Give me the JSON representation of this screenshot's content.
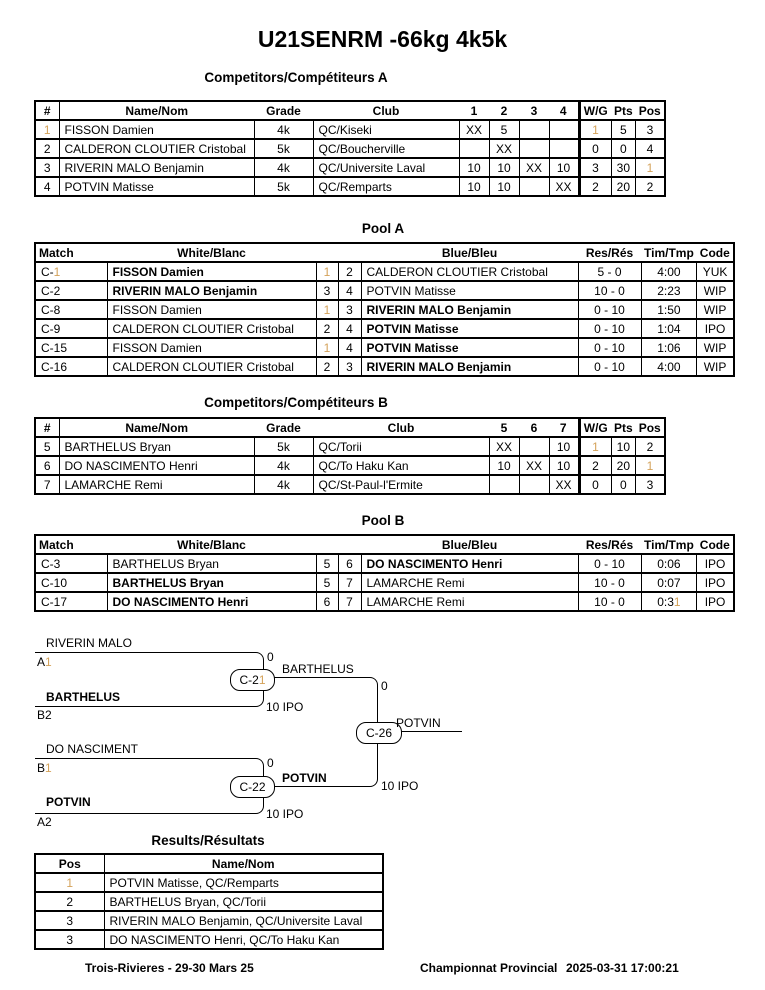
{
  "colors": {
    "highlight_one": "#d4a25a"
  },
  "title": "U21SENRM -66kg 4k5k",
  "comp_a": {
    "heading": "Competitors/Compétiteurs A",
    "headers": [
      "#",
      "Name/Nom",
      "Grade",
      "Club",
      "1",
      "2",
      "3",
      "4",
      "W/G",
      "Pts",
      "Pos"
    ],
    "rows": [
      {
        "num": "1",
        "name": "FISSON Damien",
        "grade": "4k",
        "club": "QC/Kiseki",
        "r": [
          "XX",
          "5",
          "",
          ""
        ],
        "wg": "1",
        "pts": "5",
        "pos": "3"
      },
      {
        "num": "2",
        "name": "CALDERON CLOUTIER Cristobal",
        "grade": "5k",
        "club": "QC/Boucherville",
        "r": [
          "",
          "XX",
          "",
          ""
        ],
        "wg": "0",
        "pts": "0",
        "pos": "4"
      },
      {
        "num": "3",
        "name": "RIVERIN MALO Benjamin",
        "grade": "4k",
        "club": "QC/Universite Laval",
        "r": [
          "10",
          "10",
          "XX",
          "10"
        ],
        "wg": "3",
        "pts": "30",
        "pos": "1"
      },
      {
        "num": "4",
        "name": "POTVIN Matisse",
        "grade": "5k",
        "club": "QC/Remparts",
        "r": [
          "10",
          "10",
          "",
          "XX"
        ],
        "wg": "2",
        "pts": "20",
        "pos": "2"
      }
    ]
  },
  "pool_a": {
    "heading": "Pool A",
    "headers": [
      "Match",
      "White/Blanc",
      "Blue/Bleu",
      "Res/Rés",
      "Tim/Tmp",
      "Code"
    ],
    "rows": [
      {
        "id": "C-1",
        "white": "FISSON Damien",
        "wn": "1",
        "bn": "2",
        "blue": "CALDERON CLOUTIER Cristobal",
        "res": "5 - 0",
        "time": "4:00",
        "code": "YUK"
      },
      {
        "id": "C-2",
        "white": "RIVERIN MALO Benjamin",
        "wn": "3",
        "bn": "4",
        "blue": "POTVIN Matisse",
        "res": "10 - 0",
        "time": "2:23",
        "code": "WIP"
      },
      {
        "id": "C-8",
        "white": "FISSON Damien",
        "wn": "1",
        "bn": "3",
        "blue": "RIVERIN MALO Benjamin",
        "res": "0 - 10",
        "time": "1:50",
        "code": "WIP"
      },
      {
        "id": "C-9",
        "white": "CALDERON CLOUTIER Cristobal",
        "wn": "2",
        "bn": "4",
        "blue": "POTVIN Matisse",
        "res": "0 - 10",
        "time": "1:04",
        "code": "IPO"
      },
      {
        "id": "C-15",
        "white": "FISSON Damien",
        "wn": "1",
        "bn": "4",
        "blue": "POTVIN Matisse",
        "res": "0 - 10",
        "time": "1:06",
        "code": "WIP"
      },
      {
        "id": "C-16",
        "white": "CALDERON CLOUTIER Cristobal",
        "wn": "2",
        "bn": "3",
        "blue": "RIVERIN MALO Benjamin",
        "res": "0 - 10",
        "time": "4:00",
        "code": "WIP"
      }
    ]
  },
  "comp_b": {
    "heading": "Competitors/Compétiteurs B",
    "headers": [
      "#",
      "Name/Nom",
      "Grade",
      "Club",
      "5",
      "6",
      "7",
      "W/G",
      "Pts",
      "Pos"
    ],
    "rows": [
      {
        "num": "5",
        "name": "BARTHELUS Bryan",
        "grade": "5k",
        "club": "QC/Torii",
        "r": [
          "XX",
          "",
          "10"
        ],
        "wg": "1",
        "pts": "10",
        "pos": "2"
      },
      {
        "num": "6",
        "name": "DO NASCIMENTO Henri",
        "grade": "4k",
        "club": "QC/To Haku Kan",
        "r": [
          "10",
          "XX",
          "10"
        ],
        "wg": "2",
        "pts": "20",
        "pos": "1"
      },
      {
        "num": "7",
        "name": "LAMARCHE Remi",
        "grade": "4k",
        "club": "QC/St-Paul-l'Ermite",
        "r": [
          "",
          "",
          "XX"
        ],
        "wg": "0",
        "pts": "0",
        "pos": "3"
      }
    ]
  },
  "pool_b": {
    "heading": "Pool B",
    "headers": [
      "Match",
      "White/Blanc",
      "Blue/Bleu",
      "Res/Rés",
      "Tim/Tmp",
      "Code"
    ],
    "rows": [
      {
        "id": "C-3",
        "white": "BARTHELUS Bryan",
        "wn": "5",
        "bn": "6",
        "blue": "DO NASCIMENTO Henri",
        "res": "0 - 10",
        "time": "0:06",
        "code": "IPO"
      },
      {
        "id": "C-10",
        "white": "BARTHELUS Bryan",
        "wn": "5",
        "bn": "7",
        "blue": "LAMARCHE Remi",
        "res": "10 - 0",
        "time": "0:07",
        "code": "IPO"
      },
      {
        "id": "C-17",
        "white": "DO NASCIMENTO Henri",
        "wn": "6",
        "bn": "7",
        "blue": "LAMARCHE Remi",
        "res": "10 - 0",
        "time": "0:31",
        "code": "IPO"
      }
    ]
  },
  "bracket": {
    "entry1": "RIVERIN MALO",
    "seed1": "A1",
    "entry2": "BARTHELUS",
    "seed2": "B2",
    "match1": "C-21",
    "m1_top": "0",
    "m1_bot": "10 IPO",
    "winner1": "BARTHELUS",
    "entry3": "DO NASCIMENT",
    "seed3": "B1",
    "entry4": "POTVIN",
    "seed4": "A2",
    "match2": "C-22",
    "m2_top": "0",
    "m2_bot": "10 IPO",
    "winner2": "POTVIN",
    "final": "C-26",
    "f_top": "0",
    "f_bot": "10 IPO",
    "champion": "POTVIN"
  },
  "results": {
    "heading": "Results/Résultats",
    "headers": [
      "Pos",
      "Name/Nom"
    ],
    "rows": [
      {
        "pos": "1",
        "name": "POTVIN Matisse, QC/Remparts"
      },
      {
        "pos": "2",
        "name": "BARTHELUS Bryan, QC/Torii"
      },
      {
        "pos": "3",
        "name": "RIVERIN MALO Benjamin, QC/Universite Laval"
      },
      {
        "pos": "3",
        "name": "DO NASCIMENTO Henri, QC/To Haku Kan"
      }
    ]
  },
  "footer": {
    "left": "Trois-Rivieres - 29-30 Mars 25",
    "center": "Championnat Provincial",
    "right": "2025-03-31 17:00:21"
  }
}
